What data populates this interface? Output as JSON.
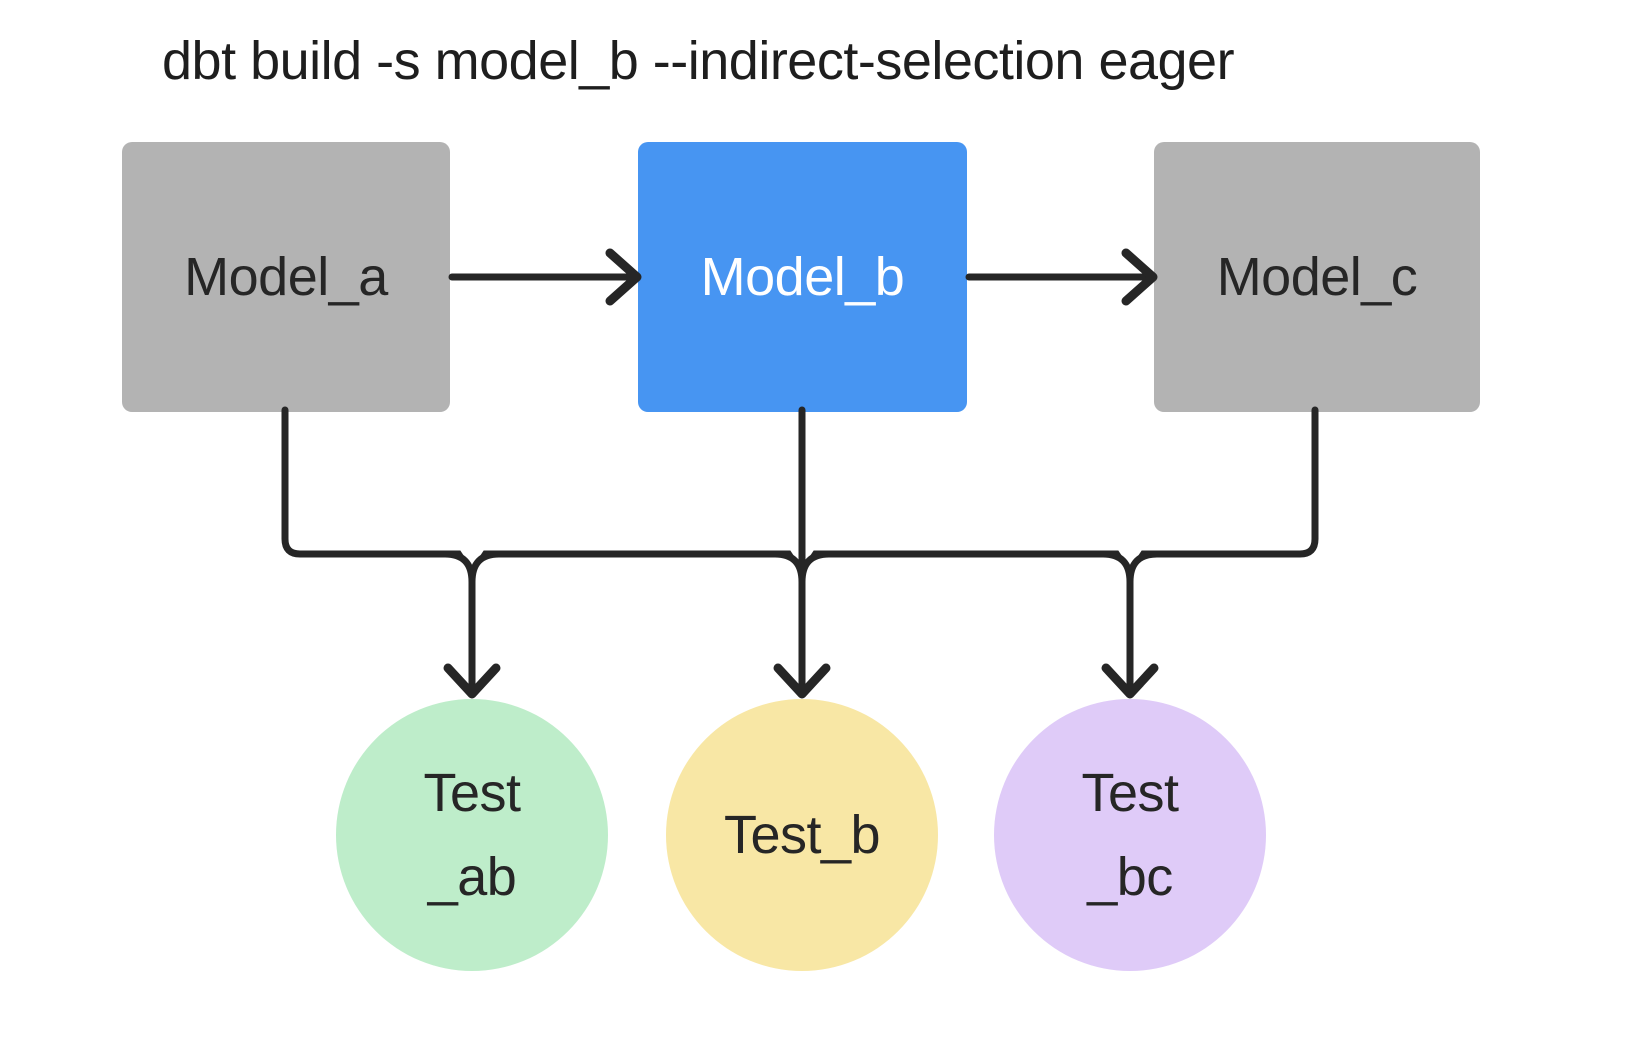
{
  "title": "dbt build -s model_b --indirect-selection eager",
  "colors": {
    "model_default": "#B3B3B3",
    "model_selected": "#4795F2",
    "test_ab": "#BEEDCA",
    "test_b": "#F8E7A5",
    "test_bc": "#DFCBF8",
    "line": "#262626",
    "background": "#FFFFFF",
    "selected_text": "#FFFFFF",
    "text": "#262626"
  },
  "nodes": {
    "model_a": {
      "label": "Model_a",
      "color": "#B3B3B3",
      "shape": "rect"
    },
    "model_b": {
      "label": "Model_b",
      "color": "#4795F2",
      "shape": "rect"
    },
    "model_c": {
      "label": "Model_c",
      "color": "#B3B3B3",
      "shape": "rect"
    },
    "test_ab": {
      "line1": "Test",
      "line2": "_ab",
      "color": "#BEEDCA",
      "shape": "circle"
    },
    "test_b": {
      "line1": "Test_b",
      "color": "#F8E7A5",
      "shape": "circle"
    },
    "test_bc": {
      "line1": "Test",
      "line2": "_bc",
      "color": "#DFCBF8",
      "shape": "circle"
    }
  },
  "edges": [
    {
      "from": "Model_a",
      "to": "Model_b"
    },
    {
      "from": "Model_b",
      "to": "Model_c"
    },
    {
      "from": "models-bus",
      "to": "Test_ab"
    },
    {
      "from": "models-bus",
      "to": "Test_b"
    },
    {
      "from": "models-bus",
      "to": "Test_bc"
    }
  ]
}
